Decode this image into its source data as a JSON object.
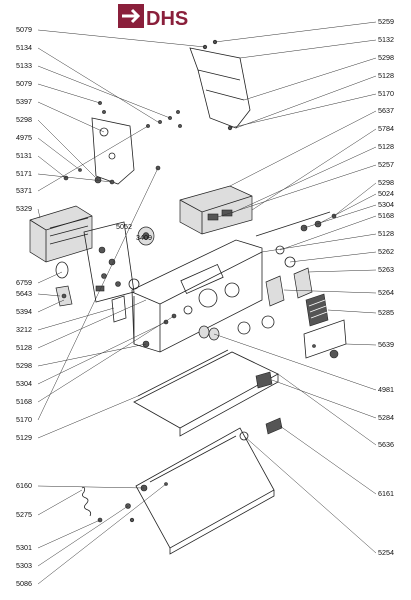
{
  "brand": {
    "logo_text": "DHS",
    "logo_color": "#8a1f3b"
  },
  "callouts_left": [
    {
      "label": "5079"
    },
    {
      "label": "5134"
    },
    {
      "label": "5133"
    },
    {
      "label": "5079"
    },
    {
      "label": "5397"
    },
    {
      "label": "5298"
    },
    {
      "label": "4975"
    },
    {
      "label": "5131"
    },
    {
      "label": "5171"
    },
    {
      "label": "5371"
    },
    {
      "label": "5329"
    },
    {
      "label": "6759"
    },
    {
      "label": "5643"
    },
    {
      "label": "5394"
    },
    {
      "label": "3212"
    },
    {
      "label": "5128"
    },
    {
      "label": "5298"
    },
    {
      "label": "5304"
    },
    {
      "label": "5168"
    },
    {
      "label": "5170"
    },
    {
      "label": "5129"
    },
    {
      "label": "6160"
    },
    {
      "label": "5275"
    },
    {
      "label": "5301"
    },
    {
      "label": "5303"
    },
    {
      "label": "5086"
    }
  ],
  "callouts_right": [
    {
      "label": "5259"
    },
    {
      "label": "5132"
    },
    {
      "label": "5298"
    },
    {
      "label": "5128"
    },
    {
      "label": "5170"
    },
    {
      "label": "5637"
    },
    {
      "label": "5784"
    },
    {
      "label": "5128"
    },
    {
      "label": "5257"
    },
    {
      "label": "5298"
    },
    {
      "label": "5024"
    },
    {
      "label": "5304"
    },
    {
      "label": "5168"
    },
    {
      "label": "5128"
    },
    {
      "label": "5262"
    },
    {
      "label": "5263"
    },
    {
      "label": "5264"
    },
    {
      "label": "5285"
    },
    {
      "label": "5639"
    },
    {
      "label": "4981"
    },
    {
      "label": "5284"
    },
    {
      "label": "5636"
    },
    {
      "label": "6161"
    },
    {
      "label": "5254"
    }
  ],
  "callouts_inline": [
    {
      "label": "5052"
    },
    {
      "label": "3409"
    }
  ]
}
